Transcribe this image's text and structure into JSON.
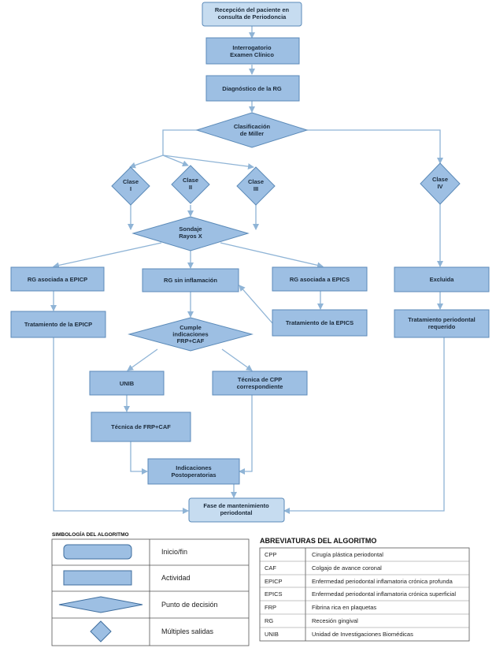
{
  "nodes": {
    "reception": [
      "Recepción del paciente en",
      "consulta de Periodoncia"
    ],
    "interrogation": [
      "Interrogatorio",
      "Examen Clínico"
    ],
    "diagnosis": [
      "Diagnóstico de la RG"
    ],
    "classification": [
      "Clasificación",
      "de Miller"
    ],
    "class1": [
      "Clase",
      "I"
    ],
    "class2": [
      "Clase",
      "II"
    ],
    "class3": [
      "Clase",
      "III"
    ],
    "class4": [
      "Clase",
      "IV"
    ],
    "probing": [
      "Sondaje",
      "Rayos X"
    ],
    "rg_epicp": [
      "RG asociada a EPICP"
    ],
    "rg_noinfl": [
      "RG sin inflamación"
    ],
    "rg_epics": [
      "RG asociada a EPICS"
    ],
    "excluded": [
      "Excluida"
    ],
    "treat_epicp": [
      "Tratamiento de la EPICP"
    ],
    "treat_epics": [
      "Tratamiento de la EPICS"
    ],
    "treat_perio": [
      "Tratamiento periodontal",
      "requerido"
    ],
    "meets": [
      "Cumple",
      "indicaciones",
      "FRP+CAF"
    ],
    "unib": [
      "UNIB"
    ],
    "cpp": [
      "Técnica de CPP",
      "correspondiente"
    ],
    "frp_caf": [
      "Técnica de FRP+CAF"
    ],
    "postop": [
      "Indicaciones",
      "Postoperatorias"
    ],
    "maintenance": [
      "Fase de mantenimiento",
      "periodontal"
    ]
  },
  "legend": {
    "title": "SIMBOLOGÍA DEL ALGORITMO",
    "rows": [
      {
        "shape": "rounded-rect",
        "label": "Inicio/fin"
      },
      {
        "shape": "rect",
        "label": "Actividad"
      },
      {
        "shape": "wide-diamond",
        "label": "Punto de decisión"
      },
      {
        "shape": "diamond",
        "label": "Múltiples salidas"
      }
    ]
  },
  "abbreviations": {
    "title": "ABREVIATURAS DEL ALGORITMO",
    "rows": [
      {
        "abbr": "CPP",
        "meaning": "Cirugía plástica periodontal"
      },
      {
        "abbr": "CAF",
        "meaning": "Colgajo de avance coronal"
      },
      {
        "abbr": "EPICP",
        "meaning": "Enfermedad periodontal inflamatoria crónica profunda"
      },
      {
        "abbr": "EPICS",
        "meaning": "Enfermedad periodontal inflamatoria crónica superficial"
      },
      {
        "abbr": "FRP",
        "meaning": "Fibrina rica en plaquetas"
      },
      {
        "abbr": "RG",
        "meaning": "Recesión gingival"
      },
      {
        "abbr": "UNIB",
        "meaning": "Unidad de Investigaciones Biomédicas"
      }
    ]
  },
  "colors": {
    "fill": "#9dbfe3",
    "fill_light": "#c6dcf0",
    "stroke": "#5b8ab8",
    "line": "#8fb4d6"
  }
}
